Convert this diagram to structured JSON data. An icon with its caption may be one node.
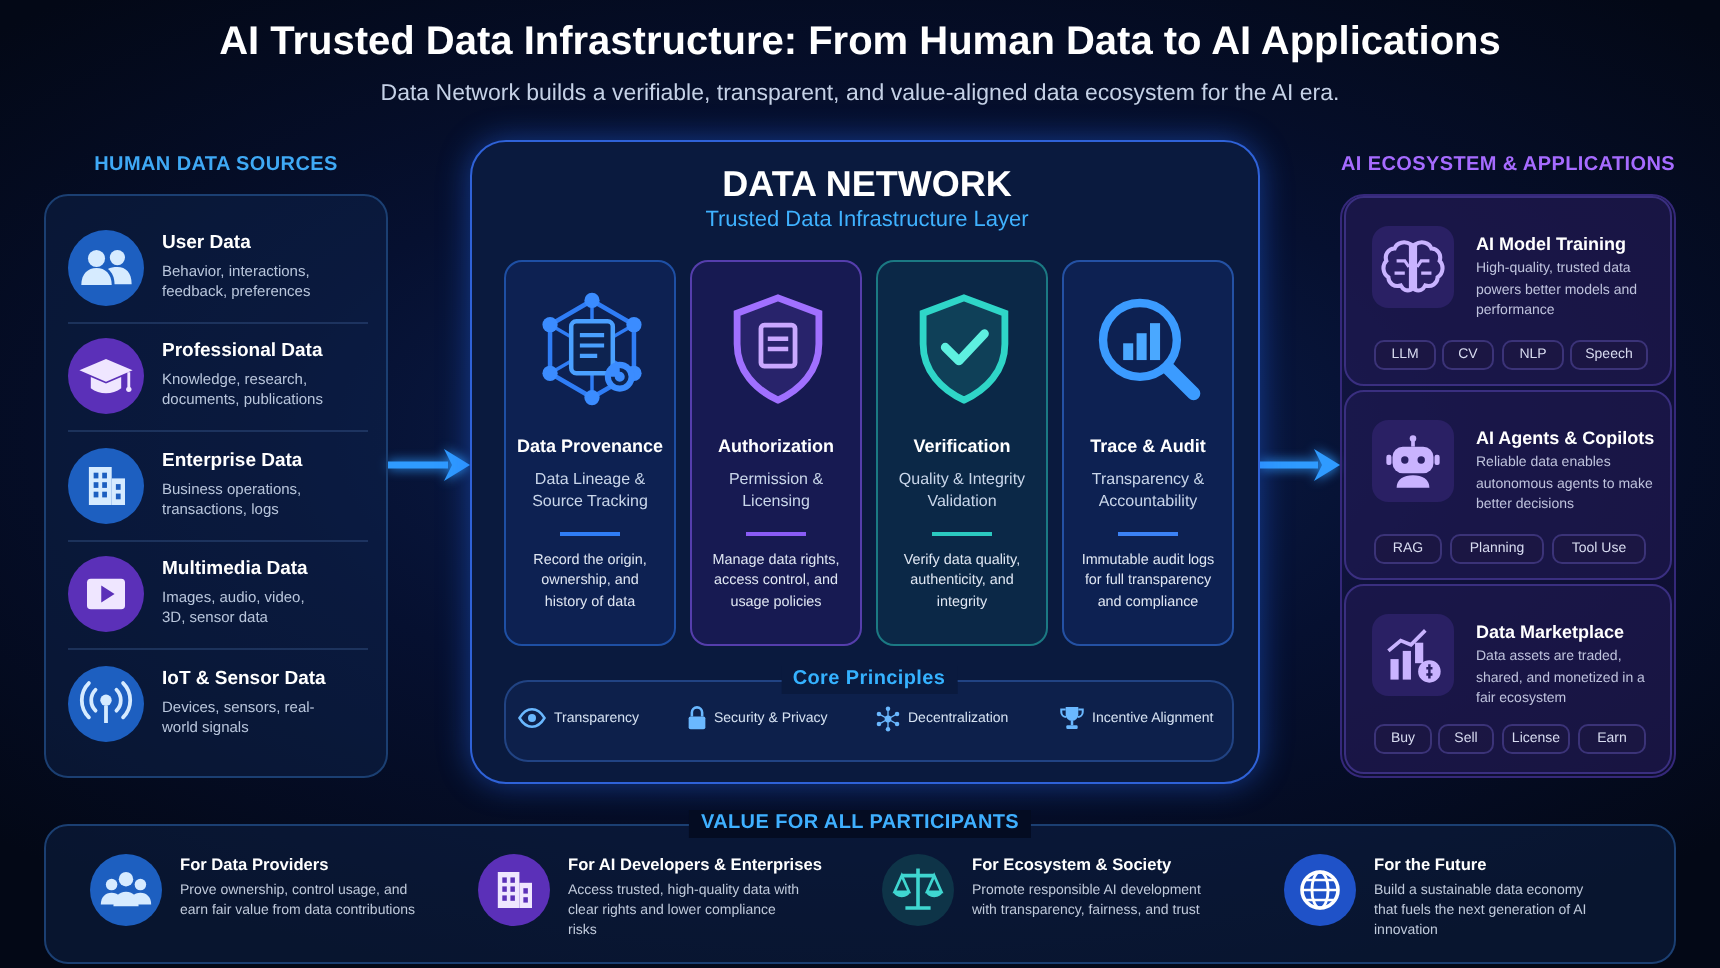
{
  "diagram": {
    "title": "AI Trusted Data Infrastructure: From Human Data to AI Applications",
    "nodes": [
      {
        "text": [
          "HUMAN DATA SOURCES"
        ]
      },
      {
        "text": [
          "User Data",
          "Behavior, interactions, feedback, preferences"
        ],
        "in": 0
      },
      {
        "text": [
          "Professional Data",
          "Knowledge, research, documents, publications"
        ],
        "in": 0
      },
      {
        "text": [
          "Enterprise Data",
          "Business operations, transactions, logs"
        ],
        "in": 0
      },
      {
        "text": [
          "Multimedia Data",
          "Images, audio, video, 3D, sensor data"
        ],
        "in": 0
      },
      {
        "text": [
          "IoT & Sensor Data",
          "Devices, sensors, real-world signals"
        ],
        "in": 0
      },
      {
        "text": [
          "DATA NETWORK",
          "Trusted Data Infrastructure Layer"
        ]
      },
      {
        "text": [
          "Data Provenance",
          "Data Lineage & Source Tracking",
          "Record the origin, ownership, and history of data"
        ],
        "in": 6
      },
      {
        "text": [
          "Authorization",
          "Permission & Licensing",
          "Manage data rights, access control, and usage policies"
        ],
        "in": 6
      },
      {
        "text": [
          "Verification",
          "Quality & Integrity Validation",
          "Verify data quality, authenticity, and integrity"
        ],
        "in": 6
      },
      {
        "text": [
          "Trace & Audit",
          "Transparency & Accountability",
          "Immutable audit logs for full transparency and compliance"
        ],
        "in": 6
      },
      {
        "text": [
          "Core Principles",
          "Transparency",
          "Security & Privacy",
          "Decentralization",
          "Incentive Alignment"
        ],
        "in": 6
      },
      {
        "text": [
          "AI ECOSYSTEM & APPLICATIONS"
        ]
      },
      {
        "text": [
          "AI Model Training",
          "High-quality, trusted data powers better models and performance"
        ],
        "in": 12
      },
      {
        "text": [
          "LLM"
        ],
        "in": 13
      },
      {
        "text": [
          "CV"
        ],
        "in": 13
      },
      {
        "text": [
          "NLP"
        ],
        "in": 13
      },
      {
        "text": [
          "Speech"
        ],
        "in": 13
      },
      {
        "text": [
          "AI Agents & Copilots",
          "Reliable data enables autonomous agents to make better decisions"
        ],
        "in": 12
      },
      {
        "text": [
          "RAG"
        ],
        "in": 18
      },
      {
        "text": [
          "Planning"
        ],
        "in": 18
      },
      {
        "text": [
          "Tool Use"
        ],
        "in": 18
      },
      {
        "text": [
          "Data Marketplace",
          "Data assets are traded, shared, and monetized in a fair ecosystem"
        ],
        "in": 12
      },
      {
        "text": [
          "Buy"
        ],
        "in": 22
      },
      {
        "text": [
          "Sell"
        ],
        "in": 22
      },
      {
        "text": [
          "License"
        ],
        "in": 22
      },
      {
        "text": [
          "Earn"
        ],
        "in": 22
      },
      {
        "text": [
          "VALUE FOR ALL PARTICIPANTS"
        ]
      },
      {
        "text": [
          "For Data Providers",
          "Prove ownership, control usage, and earn fair value from data contributions"
        ],
        "in": 27
      },
      {
        "text": [
          "For AI Developers & Enterprises",
          "Access trusted, high-quality data with clear rights and lower compliance risks"
        ],
        "in": 27
      },
      {
        "text": [
          "For Ecosystem & Society",
          "Promote responsible AI development with transparency, fairness, and trust"
        ],
        "in": 27
      },
      {
        "text": [
          "For the Future",
          "Build a sustainable data economy that fuels the next generation of AI innovation"
        ],
        "in": 27
      }
    ],
    "edges": [
      {
        "from": 0,
        "to": 6,
        "arrow": "to"
      },
      {
        "from": 6,
        "to": 12,
        "arrow": "to"
      }
    ],
    "labels": [
      "Data Network builds a verifiable, transparent, and value-aligned data ecosystem for the AI era."
    ]
  }
}
